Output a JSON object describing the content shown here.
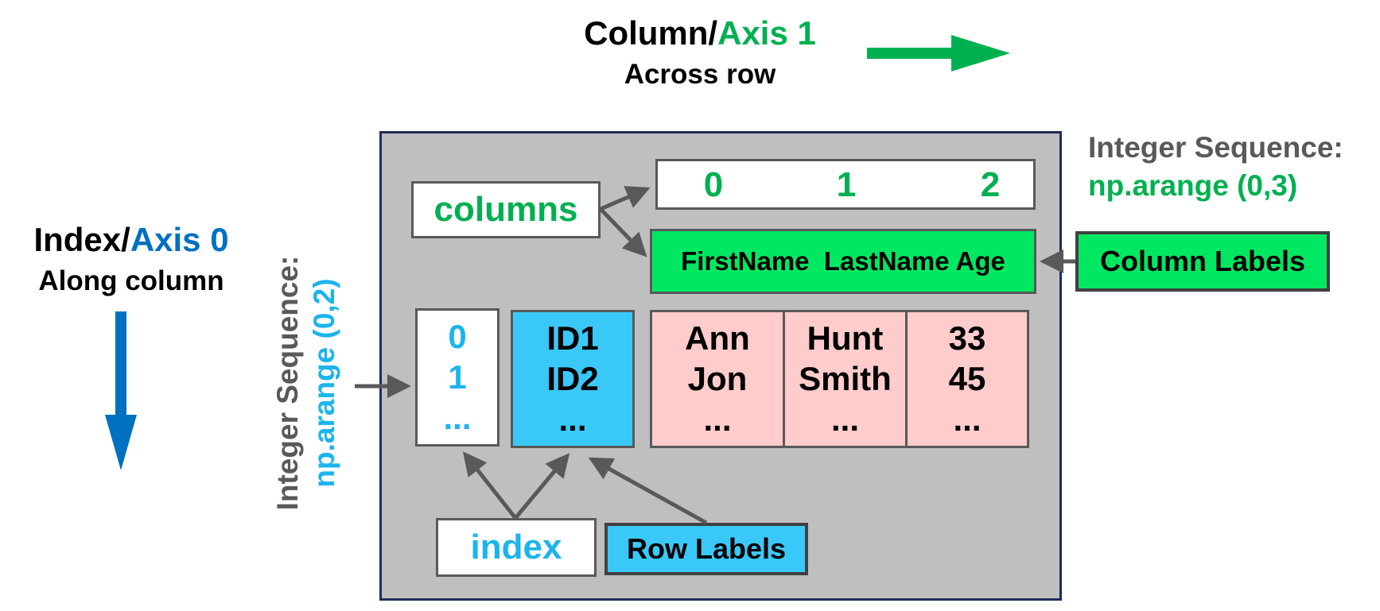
{
  "axis1": {
    "prefix": "Column/",
    "axis": "Axis 1",
    "subtitle": "Across row"
  },
  "axis0": {
    "prefix": "Index/",
    "axis": "Axis 0",
    "subtitle": "Along column"
  },
  "columns_label": "columns",
  "column_numbers": [
    "0",
    "1",
    "2"
  ],
  "column_names": "FirstName  LastName Age",
  "column_labels_tag": "Column Labels",
  "column_seq": {
    "title": "Integer Sequence:",
    "expr": "np.arange (0,3)"
  },
  "index_seq": {
    "title": "Integer Sequence:",
    "expr": "np.arange (0,2)"
  },
  "index_numbers": [
    "0",
    "1",
    "..."
  ],
  "row_ids": [
    "ID1",
    "ID2",
    "..."
  ],
  "data_columns": [
    [
      "Ann",
      "Jon",
      "..."
    ],
    [
      "Hunt",
      "Smith",
      "..."
    ],
    [
      "33",
      "45",
      "..."
    ]
  ],
  "index_label": "index",
  "row_labels_tag": "Row Labels",
  "colors": {
    "green": "#00b050",
    "blue": "#0070c0",
    "cyan": "#1cb4ec",
    "grey_frame": "#bfbfbf",
    "pink": "#ffcccc",
    "label_green": "#00e862",
    "label_cyan": "#3ac8f8"
  }
}
